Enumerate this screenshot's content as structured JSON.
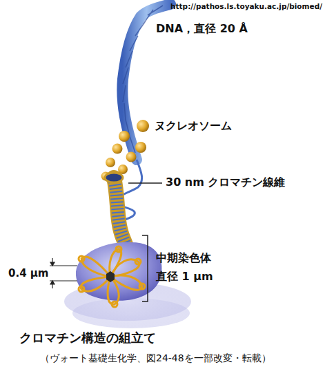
{
  "diagram": {
    "caption": "クロマチン構造の組立て",
    "labels": [
      "http://pathos.ls.toyaku.ac.jp/biomed/",
      "DNA，直径 20 Å",
      "ヌクレオソーム",
      "30 nm クロマチン線維",
      "中期染色体",
      "直径 1 μm",
      "0.4 μm",
      "（ヴォート基礎生化学、図24-48を一部改変・転載）"
    ]
  }
}
